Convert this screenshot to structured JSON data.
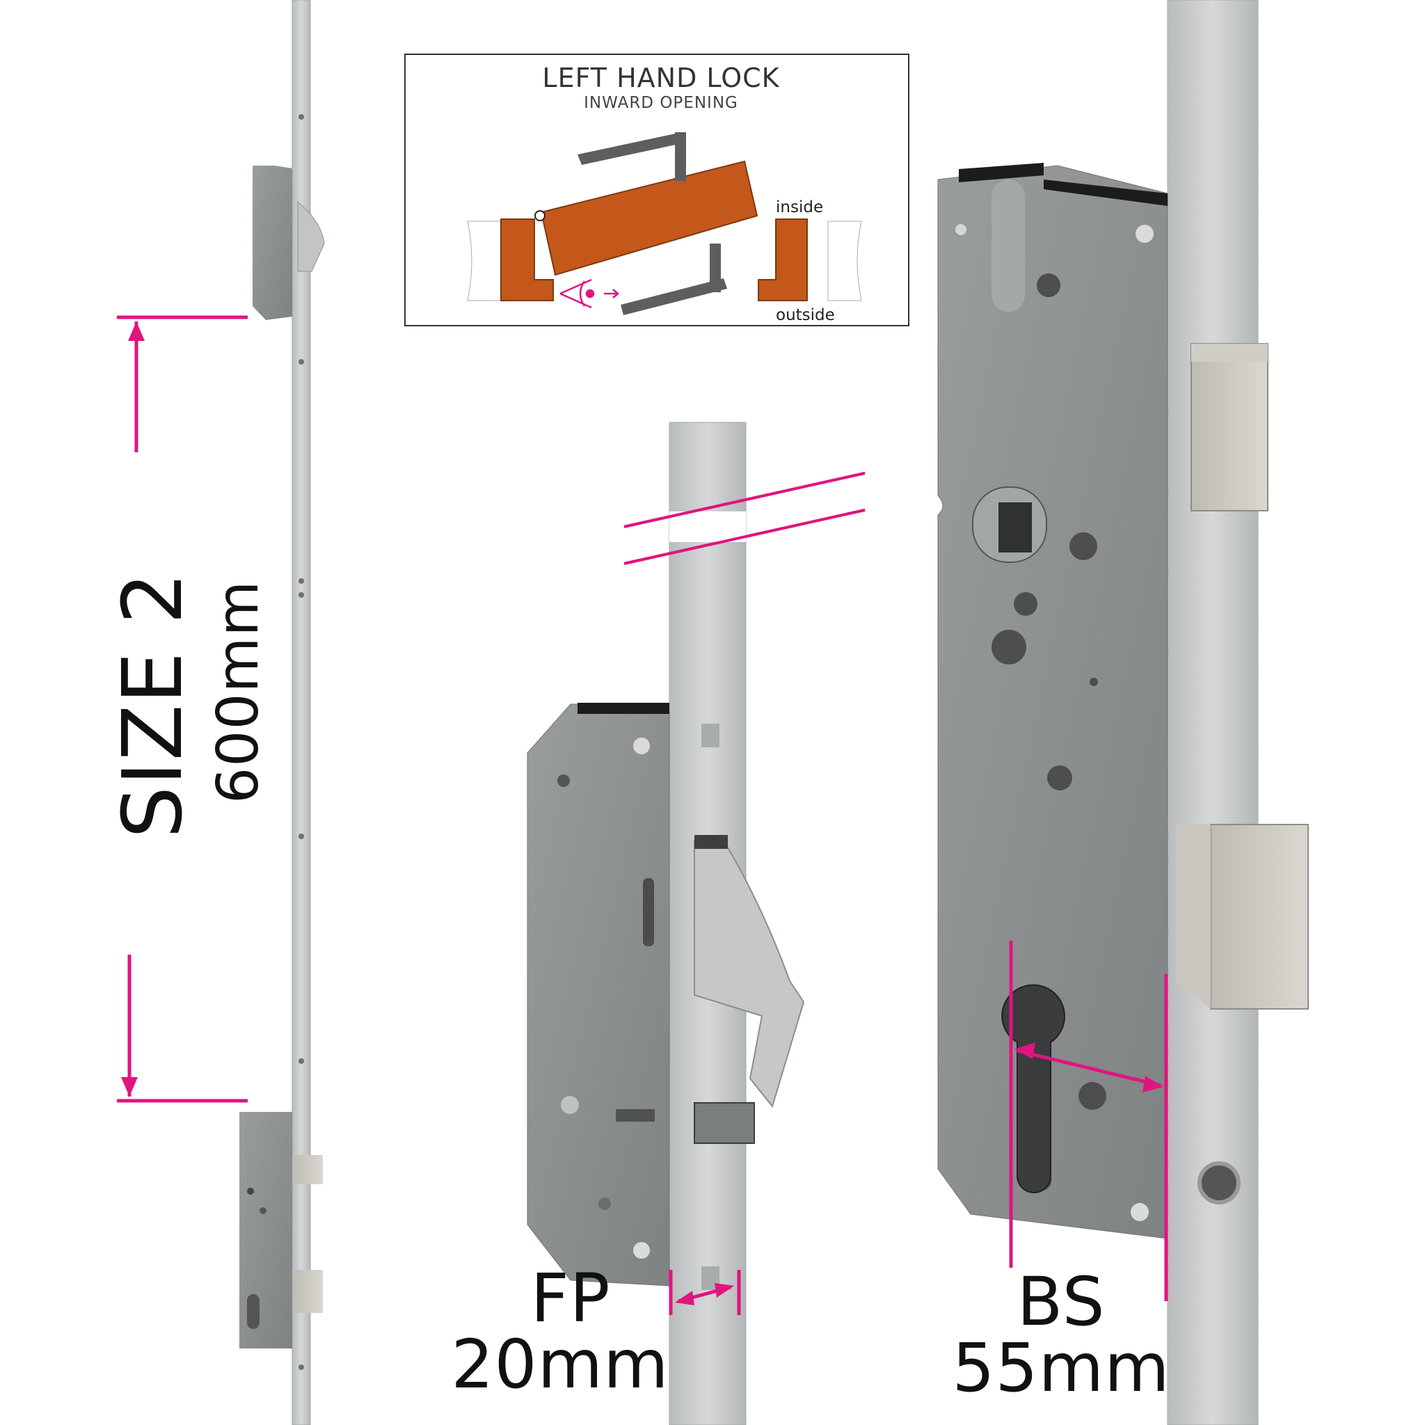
{
  "size_label": "SIZE 2",
  "size_value": "600mm",
  "inset": {
    "title": "LEFT HAND LOCK",
    "subtitle": "INWARD OPENING",
    "inside_label": "inside",
    "outside_label": "outside"
  },
  "faceplate": {
    "label": "FP",
    "value": "20mm"
  },
  "backset": {
    "label": "BS",
    "value": "55mm"
  },
  "colors": {
    "accent": "#e0157f",
    "steel": "#c7c9ca",
    "case": "#8c8f90",
    "wood": "#c4581a"
  }
}
